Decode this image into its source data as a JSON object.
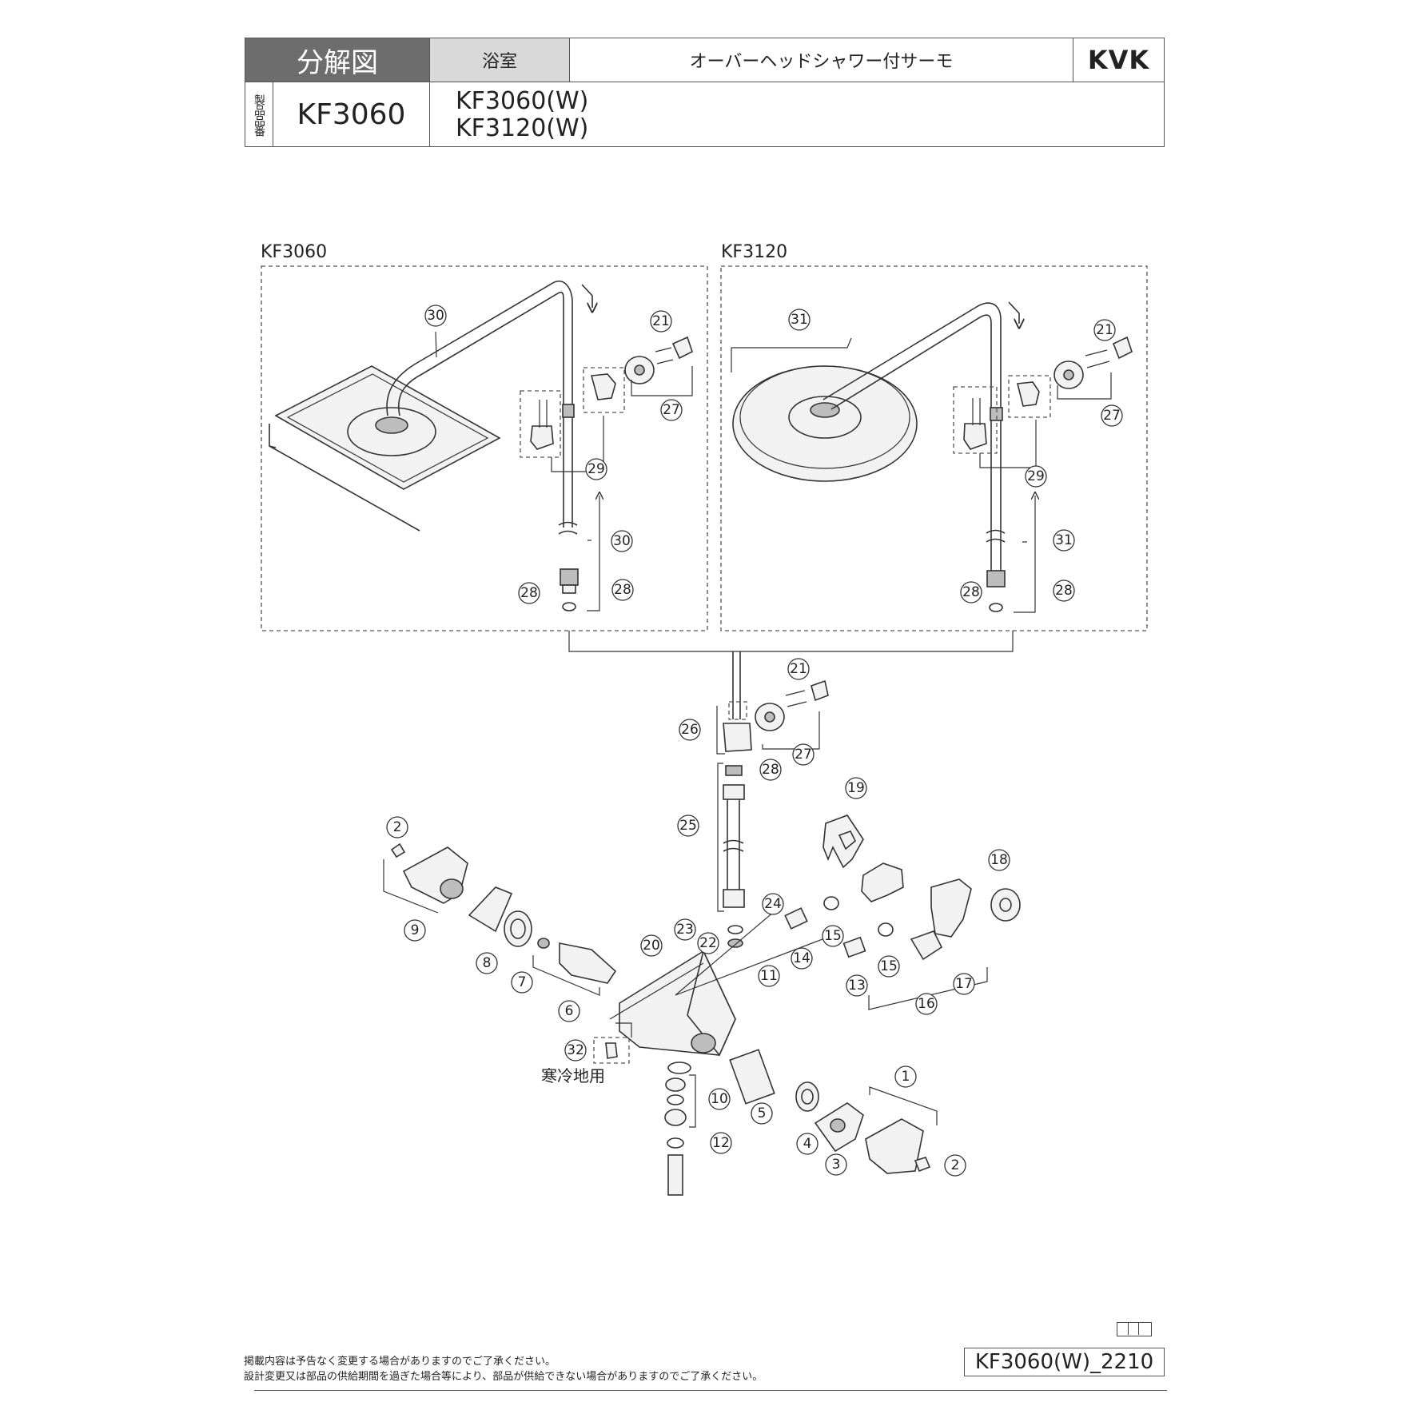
{
  "header": {
    "title": "分解図",
    "category": "浴室",
    "description": "オーバーヘッドシャワー付サーモ",
    "brand": "KVK",
    "model_label": "製品品番",
    "model": "KF3060",
    "variants": [
      "KF3060(W)",
      "KF3120(W)"
    ]
  },
  "diagram": {
    "group_a_label": "KF3060",
    "group_b_label": "KF3120",
    "cold_region_label": "寒冷地用",
    "parts": {
      "p1": "1",
      "p2": "2",
      "p3": "3",
      "p4": "4",
      "p5": "5",
      "p6": "6",
      "p7": "7",
      "p8": "8",
      "p9": "9",
      "p10": "10",
      "p11": "11",
      "p12": "12",
      "p13": "13",
      "p14": "14",
      "p15": "15",
      "p16": "16",
      "p17": "17",
      "p18": "18",
      "p19": "19",
      "p20": "20",
      "p21": "21",
      "p22": "22",
      "p23": "23",
      "p24": "24",
      "p25": "25",
      "p26": "26",
      "p27": "27",
      "p28": "28",
      "p29": "29",
      "p30": "30",
      "p31": "31",
      "p32": "32"
    }
  },
  "footer": {
    "note_1": "掲載内容は予告なく変更する場合がありますのでご了承ください。",
    "note_2": "設計変更又は部品の供給期間を過ぎた場合等により、部品が供給できない場合がありますのでご了承ください。",
    "doc_id": "KF3060(W)_2210"
  }
}
